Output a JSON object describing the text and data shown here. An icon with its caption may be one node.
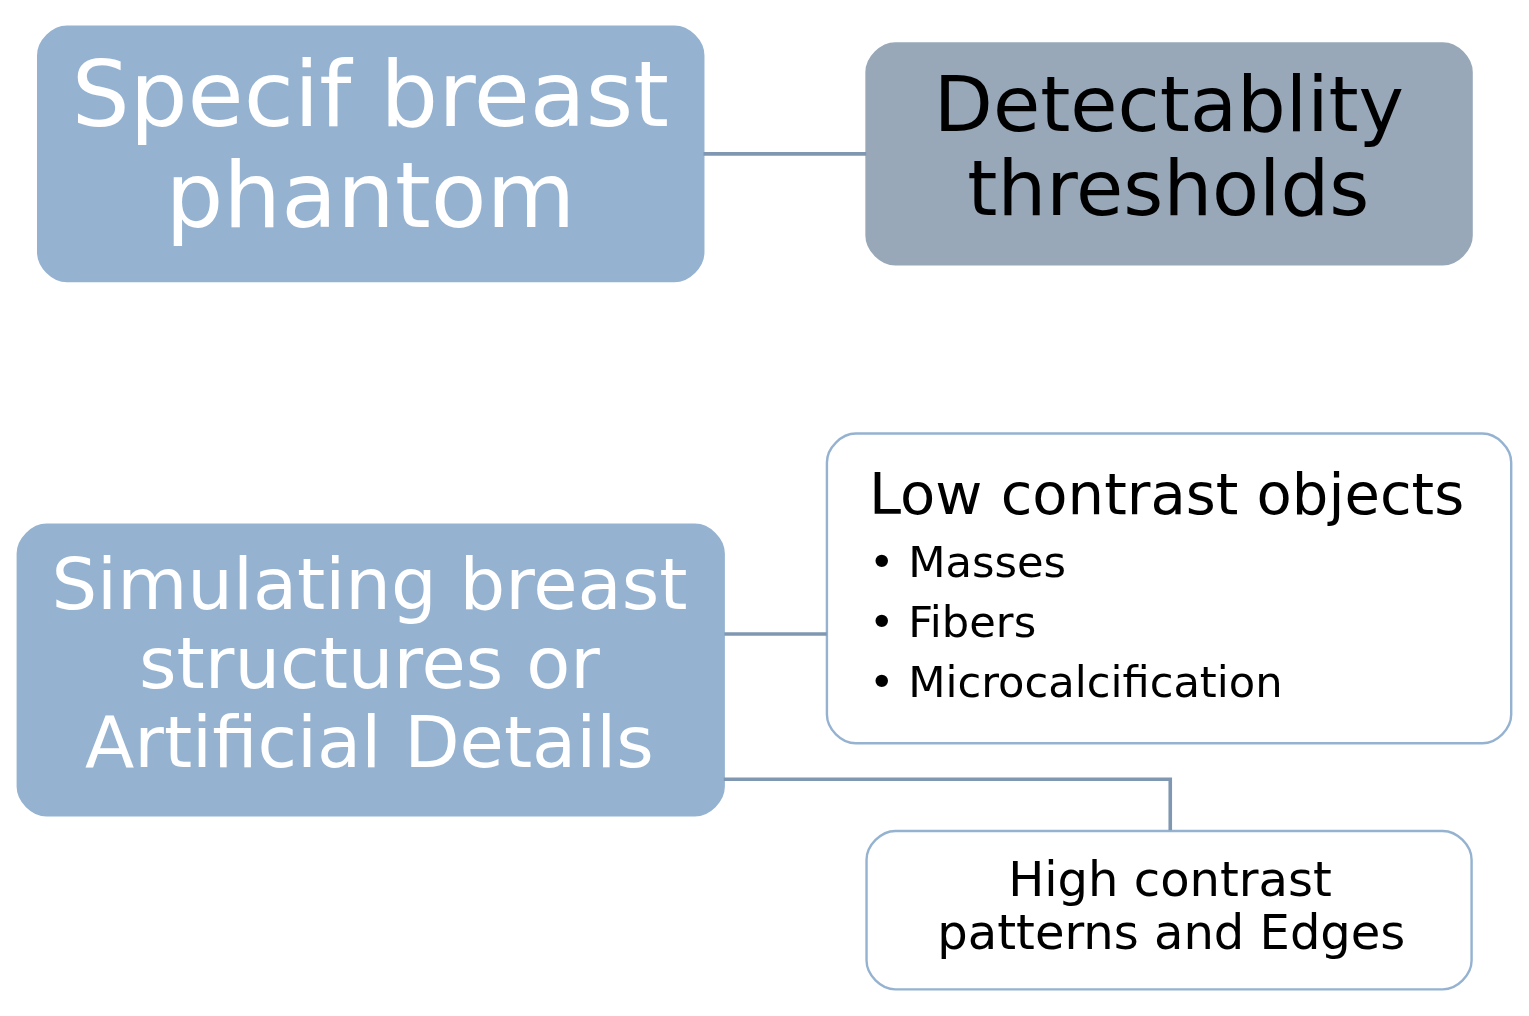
{
  "diagram": {
    "nodes": [
      {
        "text": [
          "Simulating breast structures or Artificial Details"
        ]
      },
      {
        "text": [
          "Low contrast objects",
          "• Masses",
          "• Fibers",
          "• Microcalcification"
        ]
      },
      {
        "text": [
          "High contrast patterns and Edges"
        ]
      },
      {
        "text": [
          "Specif breast phantom"
        ]
      },
      {
        "text": [
          "Detectablity thresholds"
        ]
      }
    ],
    "edges": [
      {
        "from": 0,
        "to": 1,
        "arrow": "none"
      },
      {
        "from": 0,
        "to": 2,
        "arrow": "none"
      },
      {
        "from": 3,
        "to": 4,
        "arrow": "none"
      }
    ]
  }
}
